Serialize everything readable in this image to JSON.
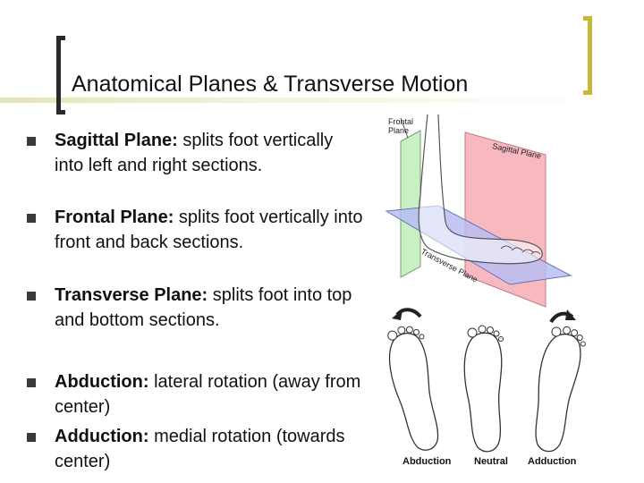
{
  "slide": {
    "title": "Anatomical Planes & Transverse Motion"
  },
  "bullets": [
    {
      "term": "Sagittal Plane:",
      "text": " splits foot vertically into left and right sections."
    },
    {
      "term": "Frontal Plane:",
      "text": " splits foot vertically into front and back sections."
    },
    {
      "term": "Transverse Plane:",
      "text": " splits foot into top and bottom sections."
    },
    {
      "term": "Abduction:",
      "text": " lateral rotation (away from center)"
    },
    {
      "term": "Adduction:",
      "text": " medial rotation (towards center)"
    }
  ],
  "planes_figure": {
    "frontal_label_line1": "Frontal",
    "frontal_label_line2": "Plane",
    "sagittal_label": "Sagittal Plane",
    "transverse_label": "Transverse Plane"
  },
  "feet_figure": {
    "abduction_label": "Abduction",
    "neutral_label": "Neutral",
    "adduction_label": "Adduction"
  },
  "colors": {
    "frontal_plane": "#c9f0c4",
    "sagittal_plane": "#f7b8c0",
    "transverse_plane": "#b8bdf2",
    "bracket_accent": "#c8b83a"
  }
}
